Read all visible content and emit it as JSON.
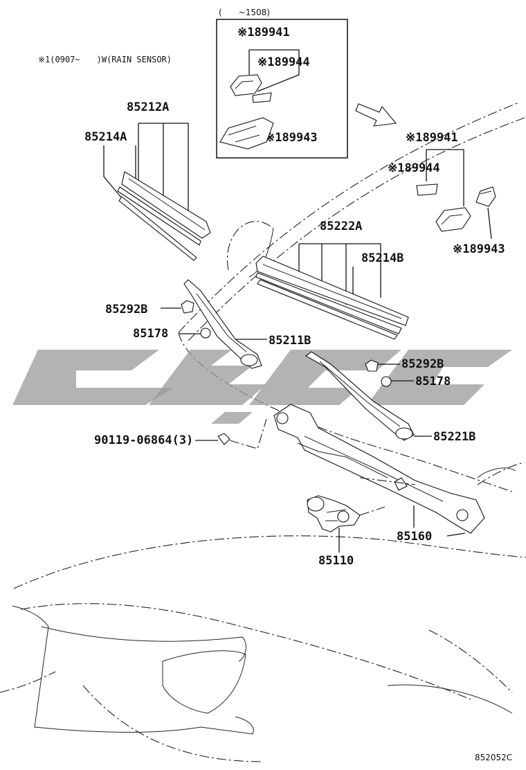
{
  "diagram": {
    "note": "※1(0907~　　)W(RAIN SENSOR)",
    "inset_header": "(　　~1508)",
    "catalog_code": "852052C",
    "labels": {
      "p89941_inset": "※189941",
      "p89944_inset": "※189944",
      "p89943_inset": "※189943",
      "p89941_right": "※189941",
      "p89944_right": "※189944",
      "p89943_right": "※189943",
      "p85212A": "85212A",
      "p85214A": "85214A",
      "p85222A": "85222A",
      "p85214B": "85214B",
      "p85292B_left": "85292B",
      "p85178_left": "85178",
      "p85211B": "85211B",
      "p85292B_right": "85292B",
      "p85178_right": "85178",
      "p90119": "90119-06864(3)",
      "p85221B": "85221B",
      "p85160": "85160",
      "p85110": "85110"
    }
  }
}
